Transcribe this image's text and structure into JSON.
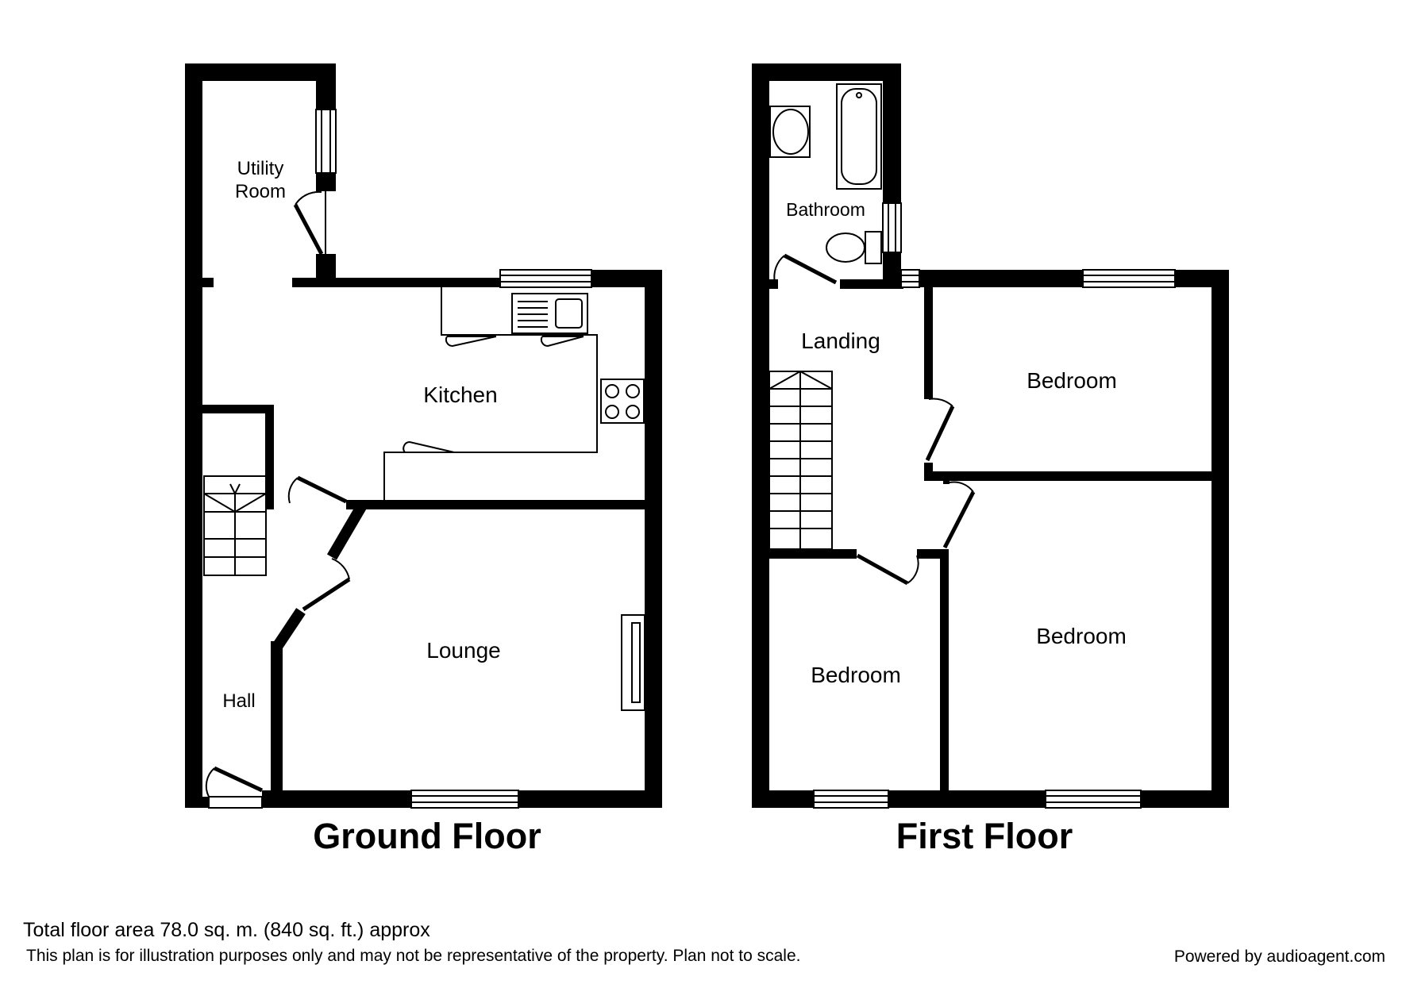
{
  "floors": {
    "ground": {
      "title": "Ground Floor",
      "rooms": {
        "utility": [
          "Utility",
          "Room"
        ],
        "kitchen": "Kitchen",
        "lounge": "Lounge",
        "hall": "Hall"
      }
    },
    "first": {
      "title": "First Floor",
      "rooms": {
        "bathroom": "Bathroom",
        "landing": "Landing",
        "bedroom_1": "Bedroom",
        "bedroom_2": "Bedroom",
        "bedroom_3": "Bedroom"
      }
    }
  },
  "footer": {
    "total_area": "Total floor area 78.0 sq. m. (840 sq. ft.) approx",
    "disclaimer": "This plan is for illustration purposes only and may not be representative of the property. Plan not to scale.",
    "powered_by": "Powered by audioagent.com"
  },
  "colors": {
    "wall": "#000000",
    "background": "#ffffff",
    "fixture": "#000000"
  }
}
